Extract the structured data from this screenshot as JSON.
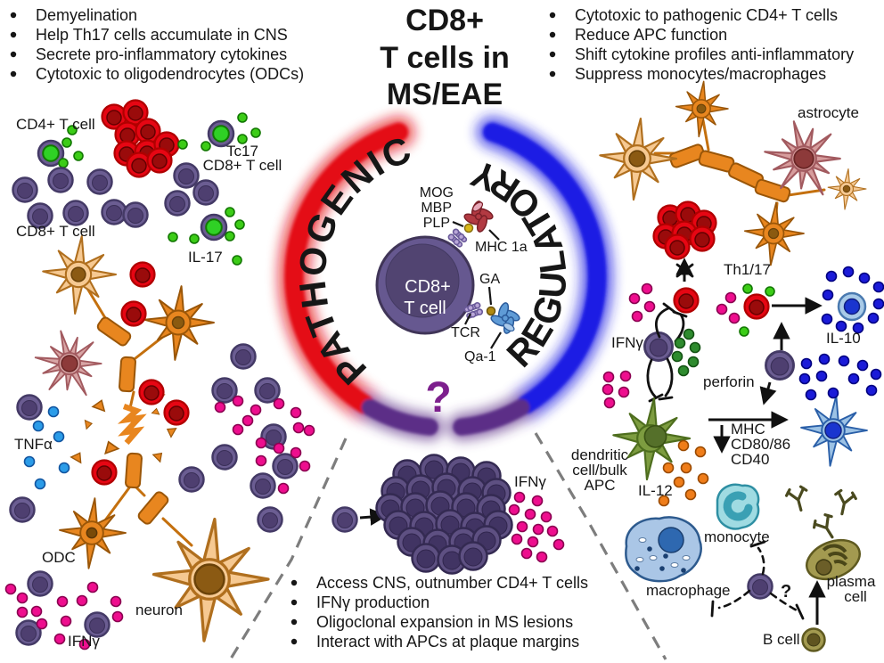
{
  "title": {
    "line1": "CD8+",
    "line2": "T cells in",
    "line3": "MS/EAE"
  },
  "pathogenic": {
    "arc_label": "PATHOGENIC",
    "bullets": [
      "Demyelination",
      "Help Th17 cells accumulate in CNS",
      "Secrete pro-inflammatory cytokines",
      "Cytotoxic to oligodendrocytes (ODCs)"
    ],
    "labels": {
      "cd4": "CD4+ T cell",
      "tc17_l1": "Tc17",
      "tc17_l2": "CD8+ T cell",
      "cd8": "CD8+ T cell",
      "il17": "IL-17",
      "tnfa": "TNFα",
      "odc": "ODC",
      "neuron": "neuron",
      "ifng": "IFNγ"
    }
  },
  "regulatory": {
    "arc_label": "REGULATORY",
    "bullets": [
      "Cytotoxic to pathogenic CD4+ T cells",
      "Reduce APC function",
      "Shift cytokine profiles anti-inflammatory",
      "Suppress monocytes/macrophages"
    ],
    "labels": {
      "astrocyte": "astrocyte",
      "th117": "Th1/17",
      "ifng": "IFNγ",
      "perforin": "perforin",
      "il10": "IL-10",
      "dendritic_l1": "dendritic",
      "dendritic_l2": "cell/bulk",
      "dendritic_l3": "APC",
      "il12": "IL-12",
      "mhc": "MHC",
      "cd8086": "CD80/86",
      "cd40": "CD40",
      "monocyte": "monocyte",
      "macrophage": "macrophage",
      "question": "?",
      "bcell": "B cell",
      "plasma_l1": "plasma",
      "plasma_l2": "cell"
    }
  },
  "center": {
    "cell_l1": "CD8+",
    "cell_l2": "T cell",
    "mog": "MOG",
    "mbp": "MBP",
    "plp": "PLP",
    "mhc1a": "MHC 1a",
    "ga": "GA",
    "tcr": "TCR",
    "qa1": "Qa-1",
    "question": "?"
  },
  "bottom": {
    "ifng": "IFNγ",
    "bullets": [
      "Access CNS, outnumber CD4+ T cells",
      "IFNγ production",
      "Oligoclonal expansion in MS lesions",
      "Interact with APCs at plaque margins"
    ]
  },
  "colors": {
    "pathogenic_red": "#e41019",
    "regulatory_blue": "#1a1ae4",
    "bridge_purple": "#5b2d87",
    "question_purple": "#7d1f8d",
    "t_cell_purple": "#665890",
    "ifng_magenta": "#ee0e8e",
    "il17_green": "#3ccc17",
    "tnfa_blue": "#2b9ce8",
    "il10_blue": "#1b1bd8",
    "il12_orange": "#ef7d1a"
  }
}
